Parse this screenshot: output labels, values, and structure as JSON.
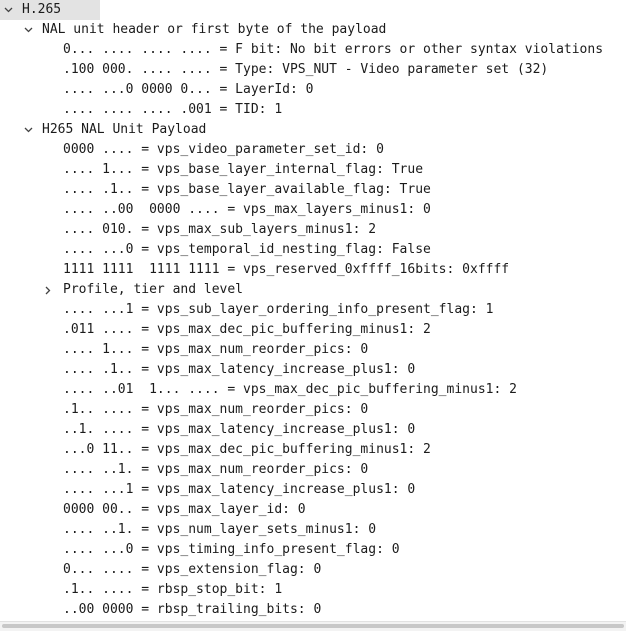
{
  "tree": [
    {
      "depth": 0,
      "toggle": "expanded",
      "selected": true,
      "text": "H.265"
    },
    {
      "depth": 1,
      "toggle": "expanded",
      "text": "NAL unit header or first byte of the payload"
    },
    {
      "depth": 2,
      "text": "0... .... .... .... = F bit: No bit errors or other syntax violations"
    },
    {
      "depth": 2,
      "text": ".100 000. .... .... = Type: VPS_NUT - Video parameter set (32)"
    },
    {
      "depth": 2,
      "text": ".... ...0 0000 0... = LayerId: 0"
    },
    {
      "depth": 2,
      "text": ".... .... .... .001 = TID: 1"
    },
    {
      "depth": 1,
      "toggle": "expanded",
      "text": "H265 NAL Unit Payload"
    },
    {
      "depth": 2,
      "text": "0000 .... = vps_video_parameter_set_id: 0"
    },
    {
      "depth": 2,
      "text": ".... 1... = vps_base_layer_internal_flag: True"
    },
    {
      "depth": 2,
      "text": ".... .1.. = vps_base_layer_available_flag: True"
    },
    {
      "depth": 2,
      "text": ".... ..00  0000 .... = vps_max_layers_minus1: 0"
    },
    {
      "depth": 2,
      "text": ".... 010. = vps_max_sub_layers_minus1: 2"
    },
    {
      "depth": 2,
      "text": ".... ...0 = vps_temporal_id_nesting_flag: False"
    },
    {
      "depth": 2,
      "text": "1111 1111  1111 1111 = vps_reserved_0xffff_16bits: 0xffff"
    },
    {
      "depth": 2,
      "toggle": "collapsed",
      "text": "Profile, tier and level"
    },
    {
      "depth": 2,
      "text": ".... ...1 = vps_sub_layer_ordering_info_present_flag: 1"
    },
    {
      "depth": 2,
      "text": ".011 .... = vps_max_dec_pic_buffering_minus1: 2"
    },
    {
      "depth": 2,
      "text": ".... 1... = vps_max_num_reorder_pics: 0"
    },
    {
      "depth": 2,
      "text": ".... .1.. = vps_max_latency_increase_plus1: 0"
    },
    {
      "depth": 2,
      "text": ".... ..01  1... .... = vps_max_dec_pic_buffering_minus1: 2"
    },
    {
      "depth": 2,
      "text": ".1.. .... = vps_max_num_reorder_pics: 0"
    },
    {
      "depth": 2,
      "text": "..1. .... = vps_max_latency_increase_plus1: 0"
    },
    {
      "depth": 2,
      "text": "...0 11.. = vps_max_dec_pic_buffering_minus1: 2"
    },
    {
      "depth": 2,
      "text": ".... ..1. = vps_max_num_reorder_pics: 0"
    },
    {
      "depth": 2,
      "text": ".... ...1 = vps_max_latency_increase_plus1: 0"
    },
    {
      "depth": 2,
      "text": "0000 00.. = vps_max_layer_id: 0"
    },
    {
      "depth": 2,
      "text": ".... ..1. = vps_num_layer_sets_minus1: 0"
    },
    {
      "depth": 2,
      "text": ".... ...0 = vps_timing_info_present_flag: 0"
    },
    {
      "depth": 2,
      "text": "0... .... = vps_extension_flag: 0"
    },
    {
      "depth": 2,
      "text": ".1.. .... = rbsp_stop_bit: 1"
    },
    {
      "depth": 2,
      "text": "..00 0000 = rbsp_trailing_bits: 0"
    }
  ]
}
